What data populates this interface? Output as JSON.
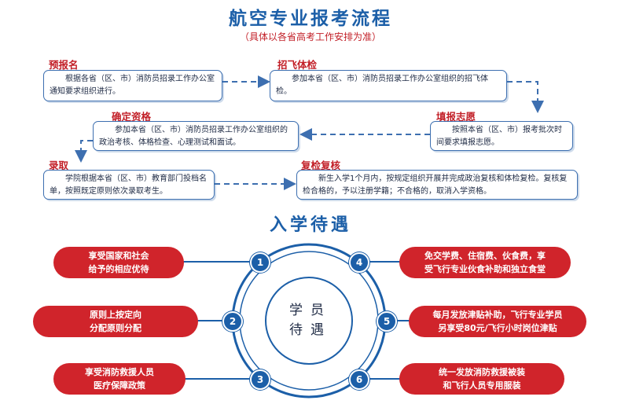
{
  "header": {
    "title": "航空专业报考流程",
    "subtitle": "（具体以各省高考工作安排为准）"
  },
  "steps": [
    {
      "label": "预报名",
      "text": "根据各省（区、市）消防员招录工作办公室通知要求组织进行。"
    },
    {
      "label": "招飞体检",
      "text": "参加本省（区、市）消防员招录工作办公室组织的招飞体检。"
    },
    {
      "label": "填报志愿",
      "text": "按照本省（区、市）报考批次时间要求填报志愿。"
    },
    {
      "label": "确定资格",
      "text": "参加本省（区、市）消防员招录工作办公室组织的政治考核、体格检查、心理测试和面试。"
    },
    {
      "label": "录取",
      "text": "学院根据本省（区、市）教育部门投档名单，按照既定原则依次录取考生。"
    },
    {
      "label": "复检复核",
      "text": "新生入学1个月内，按规定组织开展并完成政治复核和体检复检。复核复检合格的，予以注册学籍；不合格的，取消入学资格。"
    }
  ],
  "benefits_title": "入学待遇",
  "center": {
    "line1": "学员",
    "line2": "待遇"
  },
  "benefits": [
    {
      "num": "1",
      "line1": "享受国家和社会",
      "line2": "给予的相应优待"
    },
    {
      "num": "2",
      "line1": "原则上按定向",
      "line2": "分配原则分配"
    },
    {
      "num": "3",
      "line1": "享受消防救援人员",
      "line2": "医疗保障政策"
    },
    {
      "num": "4",
      "line1": "免交学费、住宿费、伙食费，享",
      "line2": "受飞行专业伙食补助和独立食堂"
    },
    {
      "num": "5",
      "line1": "每月发放津贴补助，飞行专业学员",
      "line2": "另享受80元/飞行小时岗位津贴"
    },
    {
      "num": "6",
      "line1": "统一发放消防救援被装",
      "line2": "和飞行人员专用服装"
    }
  ],
  "colors": {
    "blue": "#1c5fa8",
    "red": "#d0242b",
    "box_border": "#3d6fb0"
  }
}
